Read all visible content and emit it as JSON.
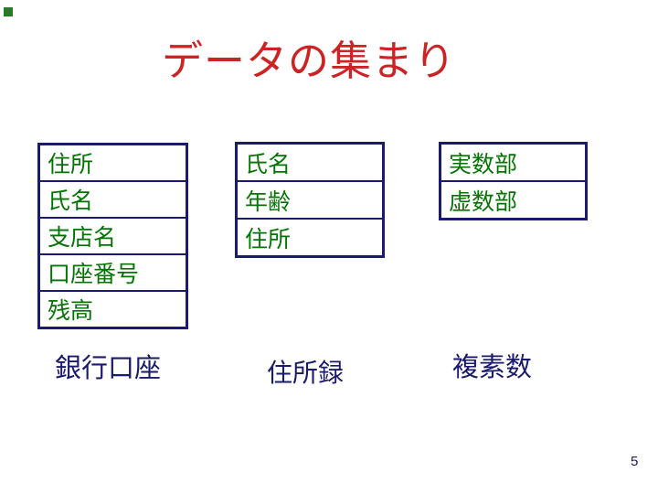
{
  "slide": {
    "title": "データの集まり",
    "page_number": "5",
    "colors": {
      "title_red": "#cc2424",
      "cell_text_green": "#067306",
      "border_navy": "#1a1a6e",
      "corner_marker_green": "#287a28",
      "background": "#ffffff"
    }
  },
  "tables": {
    "bank_account": {
      "caption": "銀行口座",
      "rows": [
        "住所",
        "氏名",
        "支店名",
        "口座番号",
        "残高"
      ]
    },
    "address_book": {
      "caption": "住所録",
      "rows": [
        "氏名",
        "年齢",
        "住所"
      ]
    },
    "complex_number": {
      "caption": "複素数",
      "rows": [
        "実数部",
        "虚数部"
      ]
    }
  }
}
